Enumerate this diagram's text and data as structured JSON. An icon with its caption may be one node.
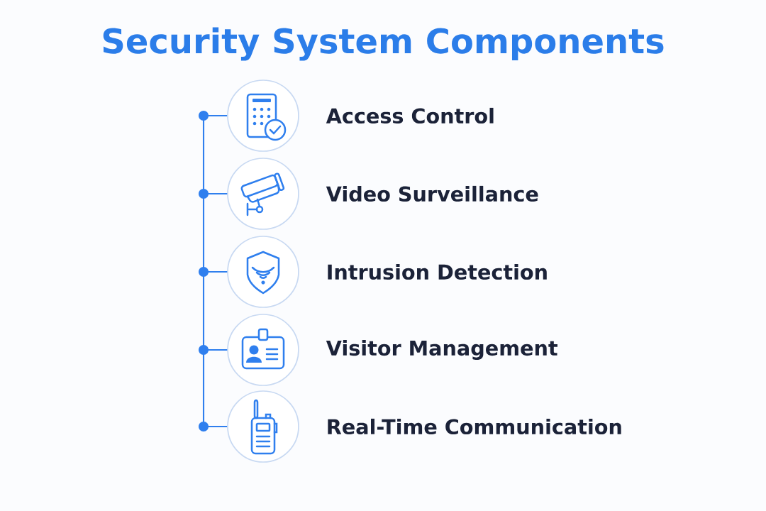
{
  "diagram": {
    "title": "Security System Components",
    "nodes": [
      {
        "text": [],
        "shape": "circle",
        "beside": [
          "Access Control"
        ]
      },
      {
        "text": [],
        "shape": "circle",
        "beside": [
          "Video Surveillance"
        ]
      },
      {
        "text": [],
        "shape": "circle",
        "beside": [
          "Intrusion Detection"
        ]
      },
      {
        "text": [],
        "shape": "circle",
        "beside": [
          "Visitor Management"
        ]
      },
      {
        "text": [],
        "shape": "circle",
        "beside": [
          "Real-Time Communication"
        ]
      }
    ],
    "edges": [
      {
        "from": 0,
        "to": 1,
        "arrow": "none"
      },
      {
        "from": 1,
        "to": 2,
        "arrow": "none"
      },
      {
        "from": 2,
        "to": 3,
        "arrow": "none"
      },
      {
        "from": 3,
        "to": 4,
        "arrow": "none"
      }
    ]
  }
}
